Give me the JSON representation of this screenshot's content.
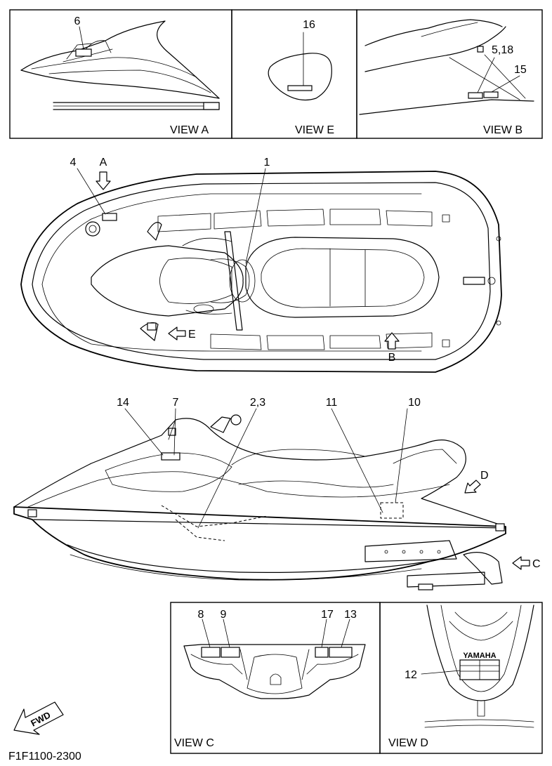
{
  "views": {
    "a": "VIEW A",
    "e": "VIEW E",
    "b": "VIEW B",
    "c": "VIEW C",
    "d": "VIEW D"
  },
  "callouts": {
    "c1": "1",
    "c2_3": "2,3",
    "c4": "4",
    "c5_18": "5,18",
    "c6": "6",
    "c7": "7",
    "c8": "8",
    "c9": "9",
    "c10": "10",
    "c11": "11",
    "c12": "12",
    "c13": "13",
    "c14": "14",
    "c15": "15",
    "c16": "16",
    "c17": "17"
  },
  "direction_letters": {
    "a": "A",
    "b": "B",
    "c": "C",
    "d": "D",
    "e": "E"
  },
  "fwd_label": "FWD",
  "brand_label": "YAMAHA",
  "figure_code": "F1F1100-2300"
}
